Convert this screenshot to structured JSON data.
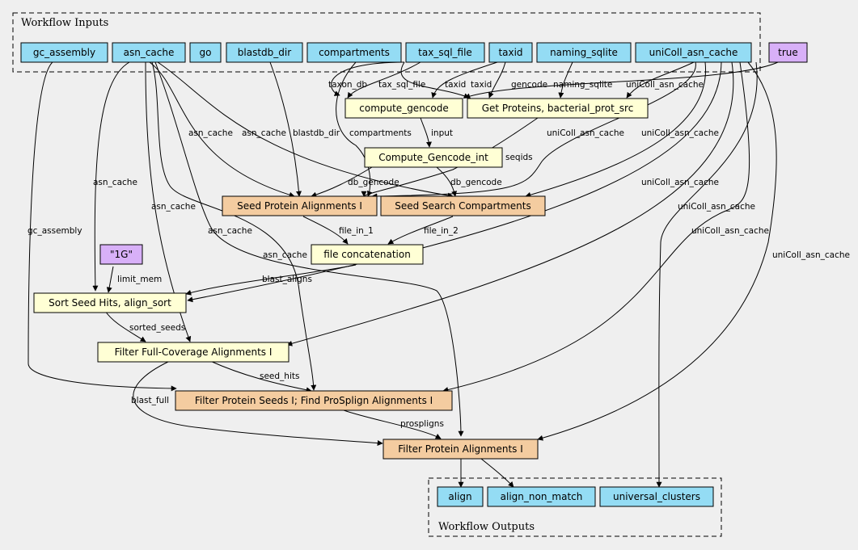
{
  "colors": {
    "input": "#94dcf4",
    "step": "#ffffd5",
    "highlight": "#f4cca0",
    "constant": "#d8b0f8",
    "background": "#efefef"
  },
  "clusters": {
    "inputs": "Workflow Inputs",
    "outputs": "Workflow Outputs"
  },
  "inputs": {
    "gc_assembly": "gc_assembly",
    "asn_cache": "asn_cache",
    "go": "go",
    "blastdb_dir": "blastdb_dir",
    "compartments": "compartments",
    "tax_sql_file": "tax_sql_file",
    "taxid": "taxid",
    "naming_sqlite": "naming_sqlite",
    "uniColl_asn_cache": "uniColl_asn_cache"
  },
  "constants": {
    "true": "true",
    "one_g": "\"1G\""
  },
  "steps": {
    "compute_gencode": "compute_gencode",
    "get_proteins": "Get Proteins, bacterial_prot_src",
    "compute_gencode_int": "Compute_Gencode_int",
    "seed_protein": "Seed Protein Alignments I",
    "seed_search": "Seed Search Compartments",
    "file_concat": "file concatenation",
    "sort_seed": "Sort Seed Hits, align_sort",
    "filter_full": "Filter Full-Coverage Alignments I",
    "filter_seeds": "Filter Protein Seeds I; Find ProSplign Alignments I",
    "filter_align": "Filter Protein Alignments I"
  },
  "outputs": {
    "align": "align",
    "align_non_match": "align_non_match",
    "universal_clusters": "universal_clusters"
  },
  "edge_labels": {
    "taxon_db": "taxon_db",
    "tax_sql_file": "tax_sql_file",
    "taxid_a": "taxid",
    "taxid_b": "taxid",
    "gencode": "gencode",
    "naming_sqlite": "naming_sqlite",
    "unicoll_top": "uniColl_asn_cache",
    "input": "input",
    "asn_cache_1": "asn_cache",
    "asn_cache_2": "asn_cache",
    "blastdb_dir": "blastdb_dir",
    "compartments": "compartments",
    "unicoll_1": "uniColl_asn_cache",
    "unicoll_2": "uniColl_asn_cache",
    "seqids": "seqids",
    "asn_cache_3": "asn_cache",
    "db_gencode_1": "db_gencode",
    "db_gencode_2": "db_gencode",
    "unicoll_3": "uniColl_asn_cache",
    "asn_cache_4": "asn_cache",
    "unicoll_4": "uniColl_asn_cache",
    "gc_assembly": "gc_assembly",
    "file_in_1": "file_in_1",
    "file_in_2": "file_in_2",
    "asn_cache_5": "asn_cache",
    "unicoll_5": "uniColl_asn_cache",
    "asn_cache_6": "asn_cache",
    "unicoll_6": "uniColl_asn_cache",
    "limit_mem": "limit_mem",
    "blast_aligns": "blast_aligns",
    "sorted_seeds": "sorted_seeds",
    "seed_hits": "seed_hits",
    "blast_full": "blast_full",
    "prospligns": "prospligns"
  }
}
